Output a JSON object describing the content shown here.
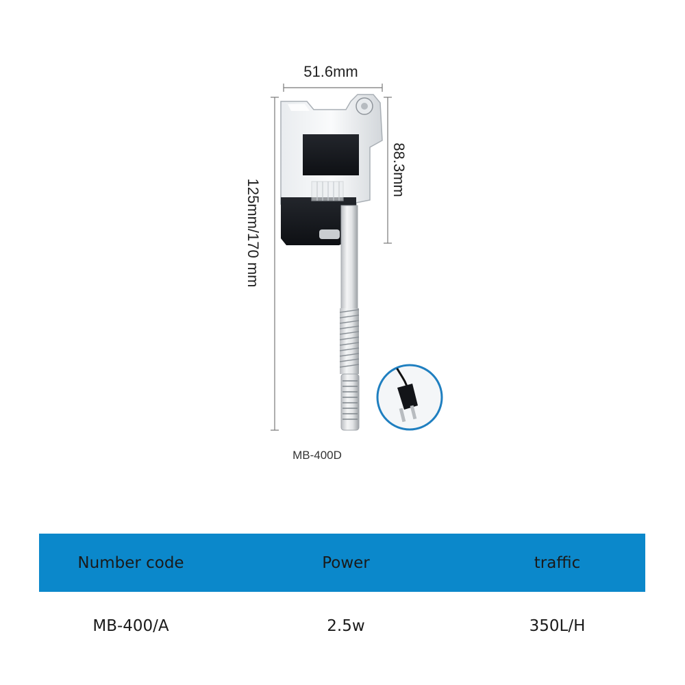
{
  "product": {
    "width_dimension": "51.6mm",
    "height_dimension": "125mm/170 mm",
    "box_height_dimension": "88.3mm",
    "model": "MB-400D",
    "image_subject": "hang-on aquarium filter with power plug",
    "icons": [
      "power-plug-icon"
    ]
  },
  "spec_table": {
    "header_color": "#0b88cb",
    "headers": [
      "Number code",
      "Power",
      "traffic"
    ],
    "rows": [
      [
        "MB-400/A",
        "2.5w",
        "350L/H"
      ]
    ]
  }
}
